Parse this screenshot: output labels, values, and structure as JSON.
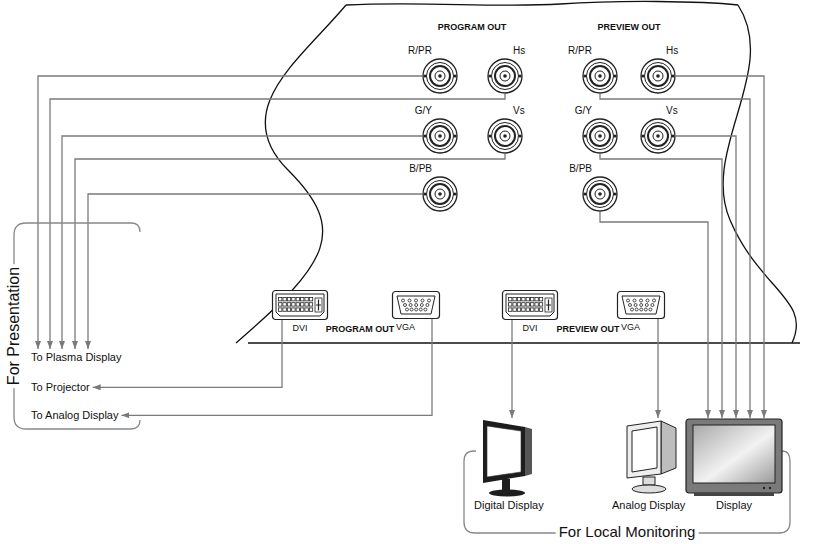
{
  "diagram": {
    "nodes": [
      {
        "text": [
          "R/PR"
        ]
      },
      {
        "text": [
          "Hs"
        ]
      },
      {
        "text": [
          "G/Y"
        ]
      },
      {
        "text": [
          "Vs"
        ]
      },
      {
        "text": [
          "B/PB"
        ]
      },
      {
        "text": [
          "R/PR"
        ]
      },
      {
        "text": [
          "Hs"
        ]
      },
      {
        "text": [
          "G/Y"
        ]
      },
      {
        "text": [
          "Vs"
        ]
      },
      {
        "text": [
          "B/PB"
        ]
      },
      {
        "text": [
          "DVI"
        ]
      },
      {
        "text": [
          "VGA"
        ]
      },
      {
        "text": [
          "DVI"
        ]
      },
      {
        "text": [
          "VGA"
        ]
      },
      {
        "text": [
          "For Presentation"
        ]
      },
      {
        "text": [
          "To Plasma Display"
        ],
        "in": 14
      },
      {
        "text": [
          "To Projector"
        ],
        "in": 14
      },
      {
        "text": [
          "To Analog Display"
        ],
        "in": 14
      },
      {
        "text": [
          "For Local Monitoring"
        ]
      },
      {
        "text": [
          "Digital Display"
        ],
        "in": 18
      },
      {
        "text": [
          "Analog Display"
        ],
        "in": 18
      },
      {
        "text": [
          "Display"
        ],
        "in": 18
      }
    ],
    "edges": [
      {
        "from": 0,
        "to": 15,
        "arrow": "to"
      },
      {
        "from": 1,
        "to": 15,
        "arrow": "to"
      },
      {
        "from": 2,
        "to": 15,
        "arrow": "to"
      },
      {
        "from": 3,
        "to": 15,
        "arrow": "to"
      },
      {
        "from": 4,
        "to": 15,
        "arrow": "to"
      },
      {
        "from": 10,
        "to": 16,
        "arrow": "to"
      },
      {
        "from": 11,
        "to": 17,
        "arrow": "to"
      },
      {
        "from": 12,
        "to": 19,
        "arrow": "to"
      },
      {
        "from": 13,
        "to": 20,
        "arrow": "to"
      },
      {
        "from": 5,
        "to": 21,
        "arrow": "to"
      },
      {
        "from": 6,
        "to": 21,
        "arrow": "to"
      },
      {
        "from": 7,
        "to": 21,
        "arrow": "to"
      },
      {
        "from": 8,
        "to": 21,
        "arrow": "to"
      },
      {
        "from": 9,
        "to": 21,
        "arrow": "to"
      }
    ],
    "labels": [
      "PROGRAM OUT",
      "PREVIEW OUT",
      "PROGRAM OUT",
      "PREVIEW OUT"
    ]
  }
}
